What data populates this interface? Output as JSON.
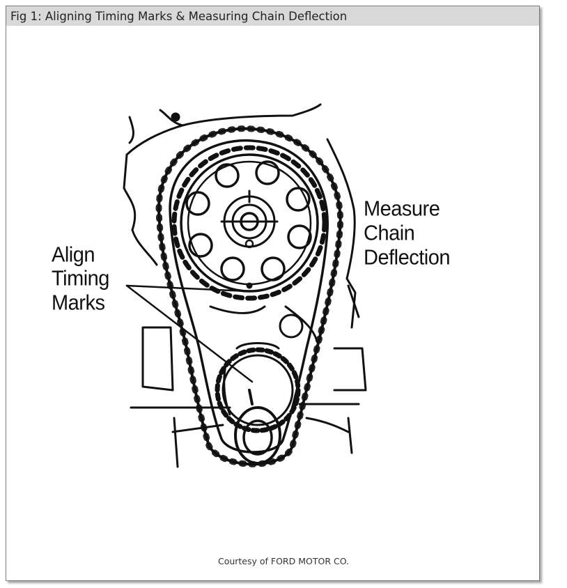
{
  "figure": {
    "title": "Fig 1: Aligning Timing Marks & Measuring Chain Deflection",
    "credit": "Courtesy of FORD MOTOR CO."
  },
  "labels": {
    "align": [
      "Align",
      "Timing",
      "Marks"
    ],
    "measure": [
      "Measure",
      "Chain",
      "Deflection"
    ]
  },
  "colors": {
    "titlebar": "#d9d9d9",
    "ink": "#111111",
    "border": "#7a7a7a"
  }
}
